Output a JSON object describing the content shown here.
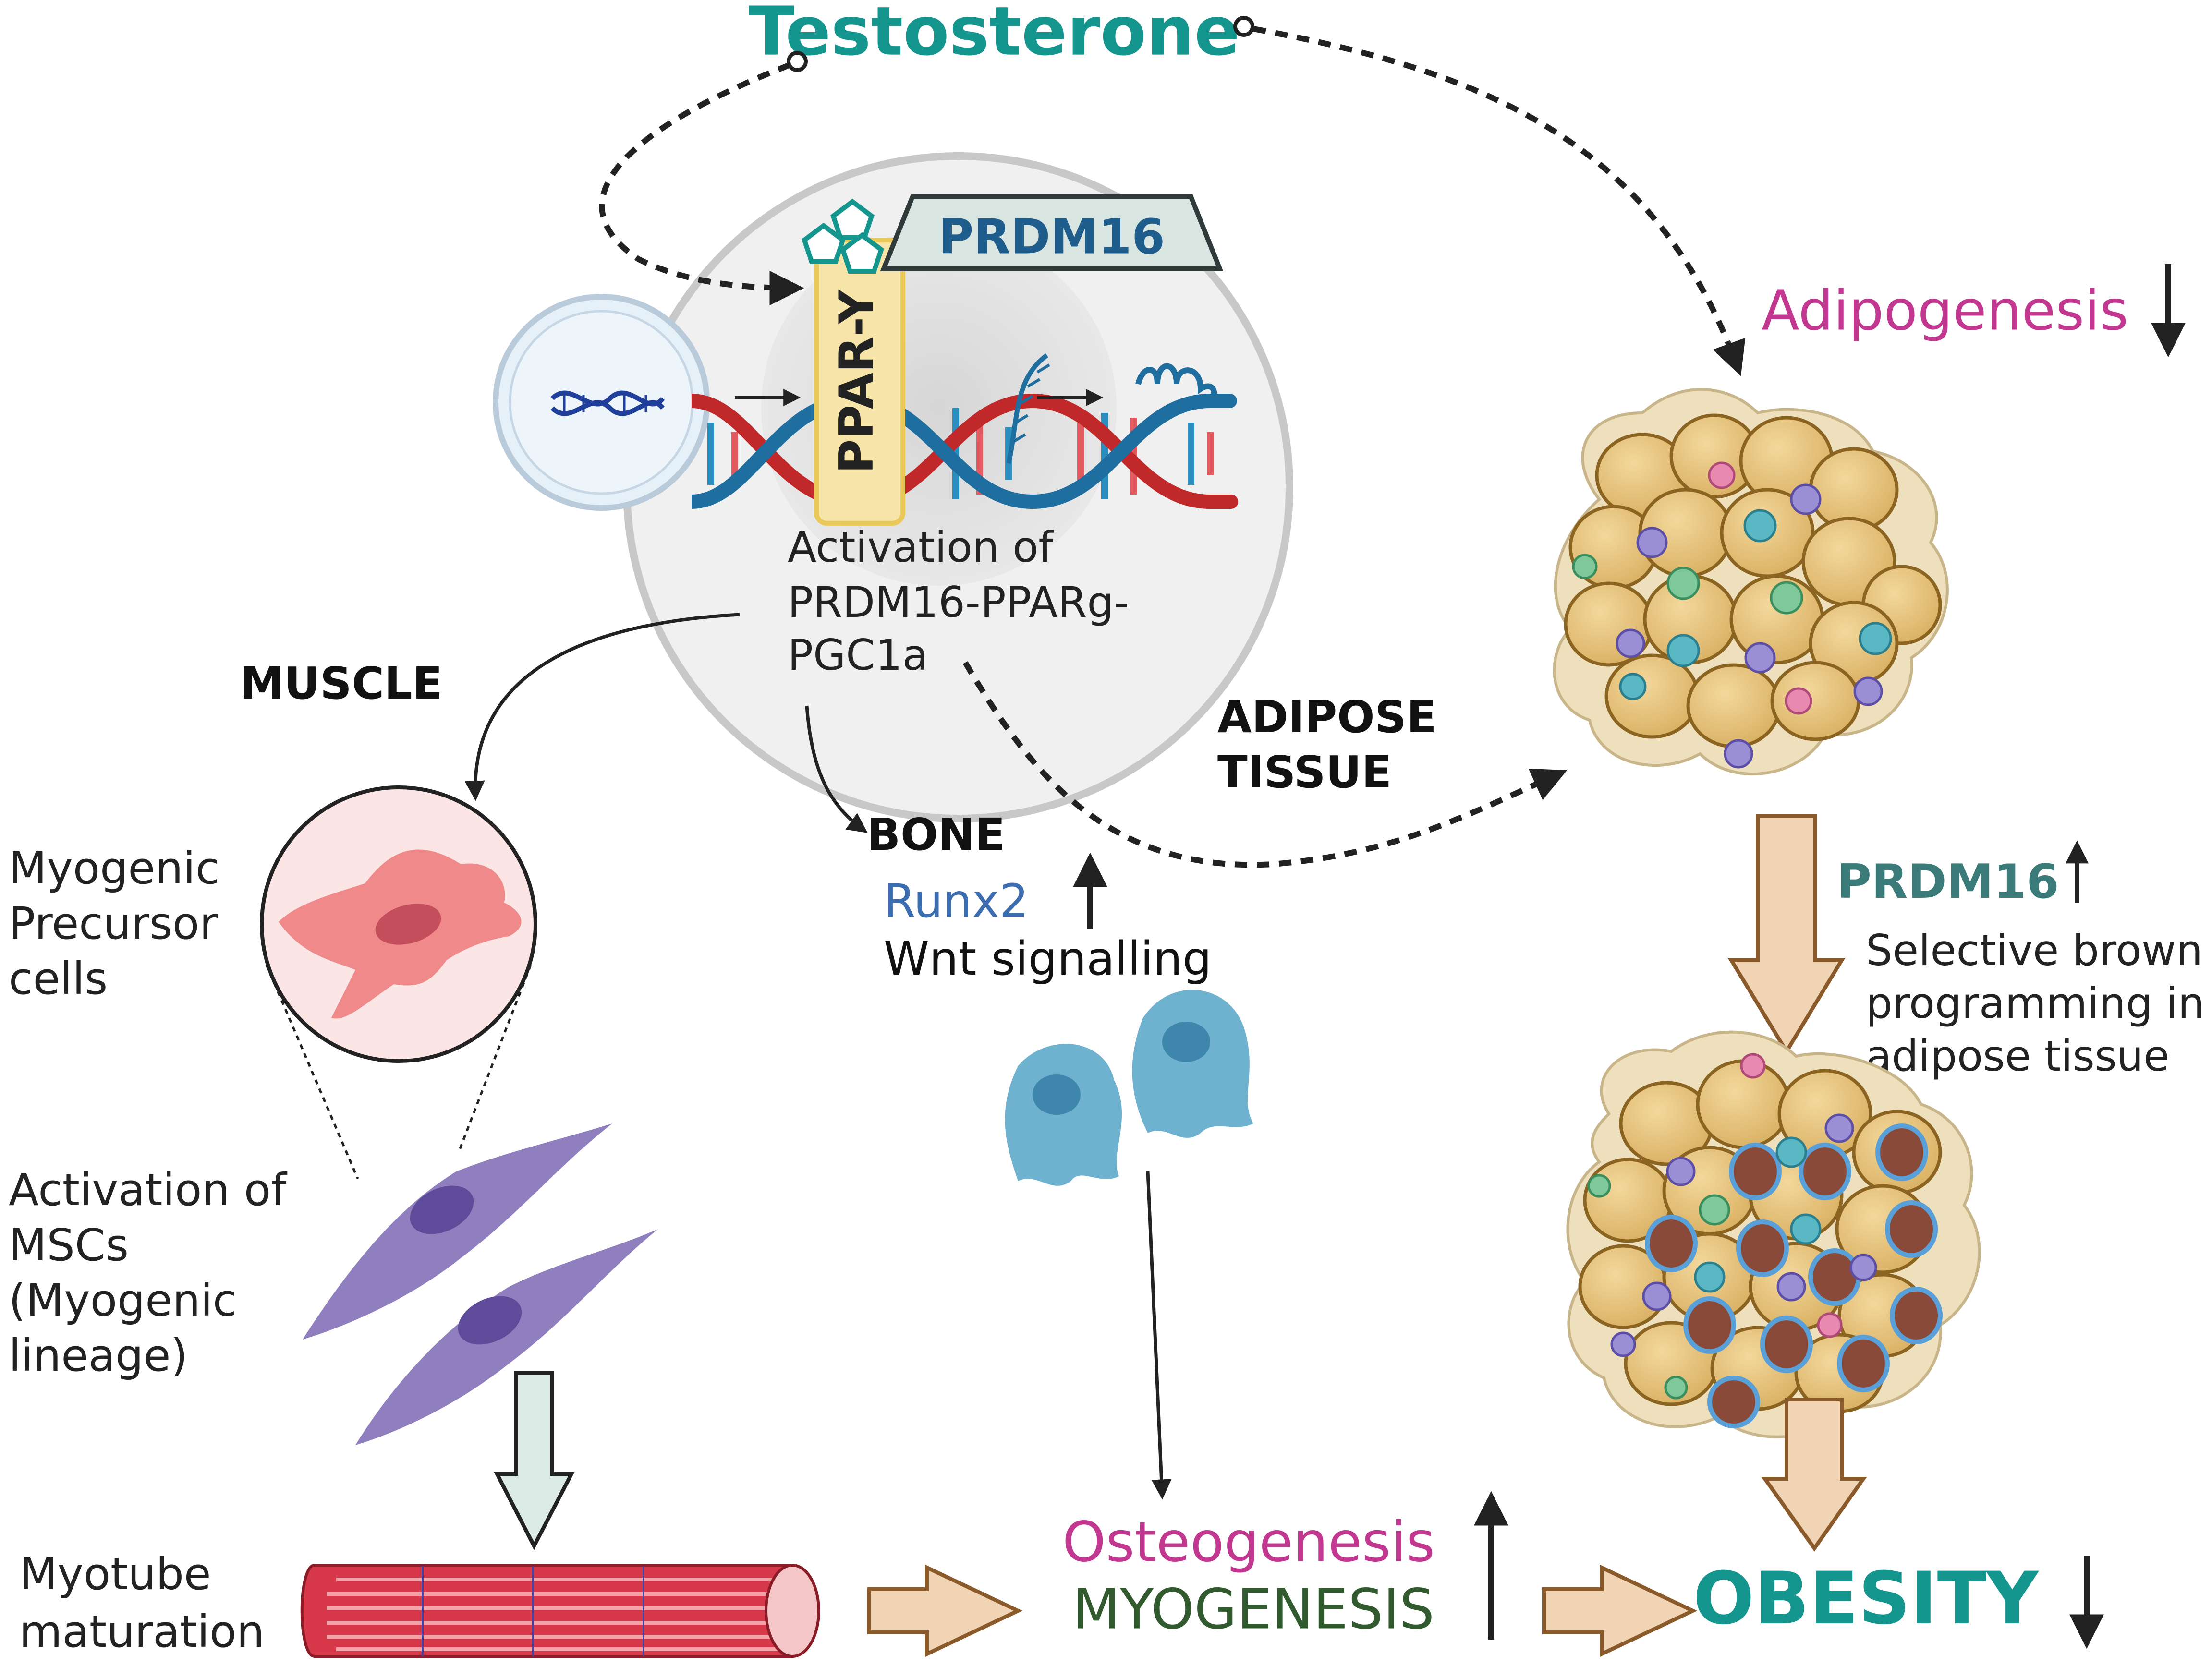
{
  "labels": {
    "testosterone": "Testosterone",
    "prdm16_box": "PRDM16",
    "ppar": "PPAR-Y",
    "activation_line1": "Activation of",
    "activation_line2": "PRDM16-PPARg-",
    "activation_line3": "PGC1a",
    "adipogenesis": "Adipogenesis",
    "muscle": "MUSCLE",
    "bone": "BONE",
    "adipose_line1": "ADIPOSE",
    "adipose_line2": "TISSUE",
    "runx2": "Runx2",
    "wnt": "Wnt signalling",
    "myogenic_line1": "Myogenic",
    "myogenic_line2": "Precursor",
    "myogenic_line3": "cells",
    "msc_line1": "Activation of",
    "msc_line2": "MSCs",
    "msc_line3": "(Myogenic",
    "msc_line4": "lineage)",
    "myotube_line1": "Myotube",
    "myotube_line2": "maturation",
    "prdm16_up": "PRDM16",
    "brown_line1": "Selective brown",
    "brown_line2": "programming in",
    "brown_line3": "adipose tissue",
    "osteogenesis": "Osteogenesis",
    "myogenesis": "MYOGENESIS",
    "obesity": "OBESITY"
  },
  "colors": {
    "teal": "#14958e",
    "magenta": "#c2378f",
    "blue_text": "#3c6db1",
    "dark_green": "#325a2f",
    "prdm_text": "#1f5d8c",
    "brown_arrow_fill": "#f0d4b4",
    "brown_arrow_stroke": "#8b5a2b",
    "adipocyte": "#e8c47a",
    "adipocyte_stroke": "#8a6420",
    "nucleus_brown": "#8a4a3a",
    "dna_red": "#c0282a",
    "dna_blue": "#1f6ea0",
    "myo_cell": "#f08a8a",
    "msc_cell": "#8f7fbf",
    "osteo_cell": "#6eb2cf"
  }
}
